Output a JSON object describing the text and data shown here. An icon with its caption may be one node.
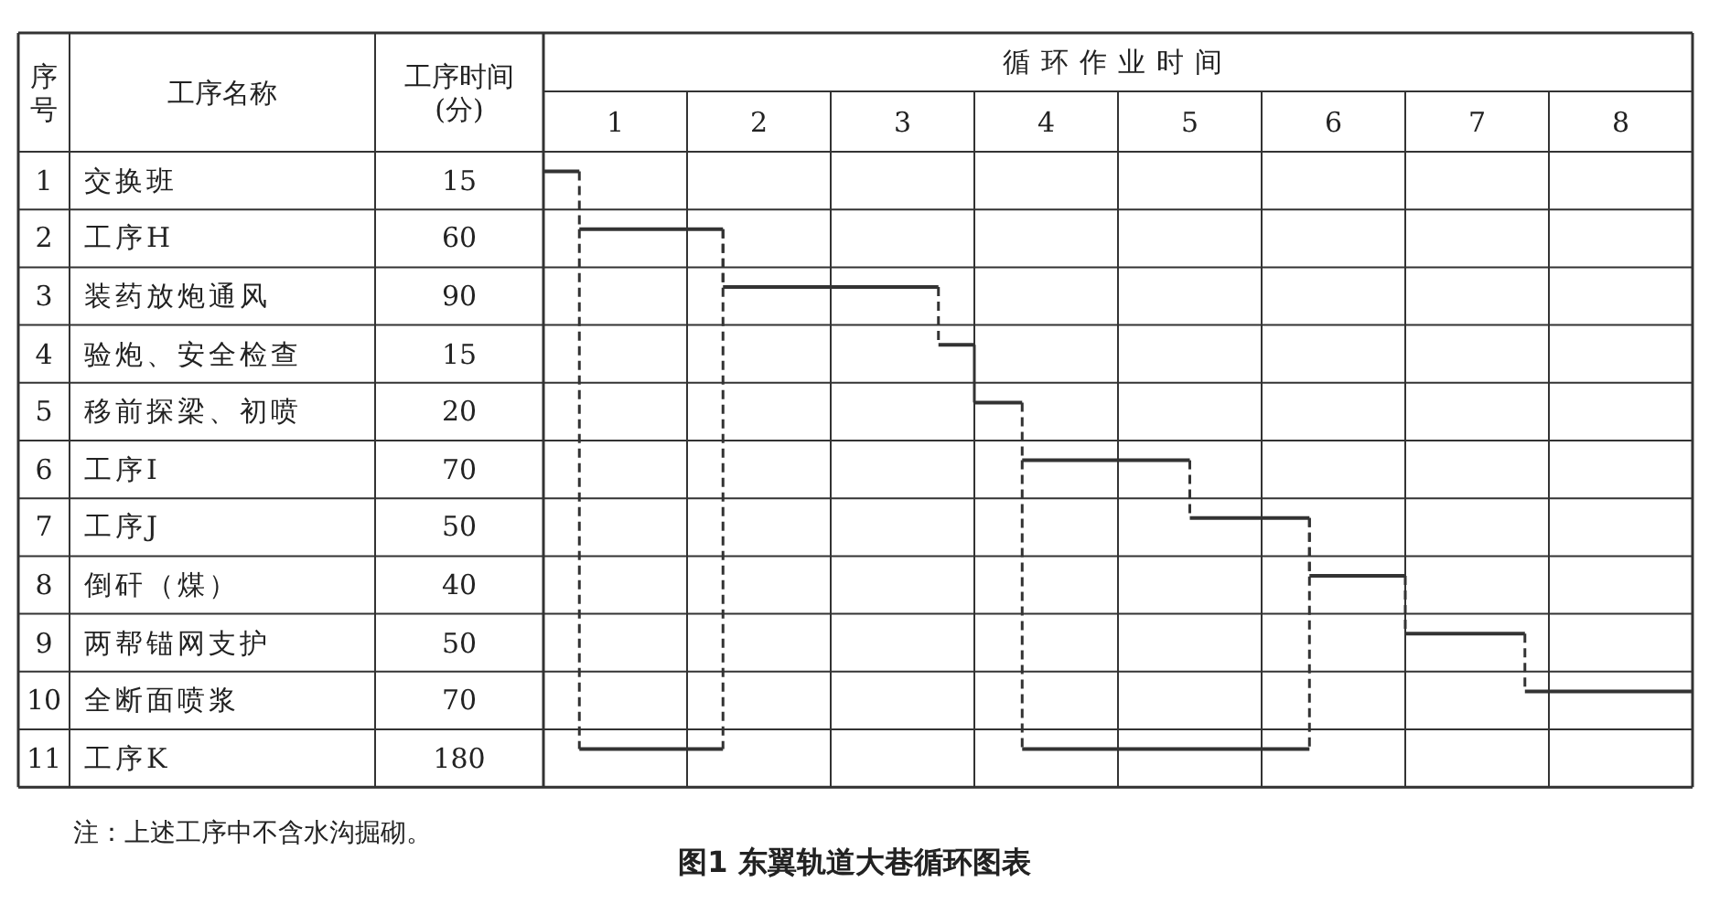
{
  "diagram": {
    "caption": "图1  东翼轨道大巷循环图表",
    "labels": [
      "序号",
      "工序名称",
      "工序时间(分)",
      "循环作业时间",
      "1",
      "2",
      "3",
      "4",
      "5",
      "6",
      "7",
      "8",
      "1",
      "交换班",
      "15",
      "2",
      "工序H",
      "60",
      "3",
      "装药放炮通风",
      "90",
      "4",
      "验炮、安全检查",
      "15",
      "5",
      "移前探梁、初喷",
      "20",
      "6",
      "工序I",
      "70",
      "7",
      "工序J",
      "50",
      "8",
      "倒矸（煤）",
      "40",
      "9",
      "两帮锚网支护",
      "50",
      "10",
      "全断面喷浆",
      "70",
      "11",
      "工序K",
      "180",
      "注：上述工序中不含水沟掘砌。"
    ]
  }
}
